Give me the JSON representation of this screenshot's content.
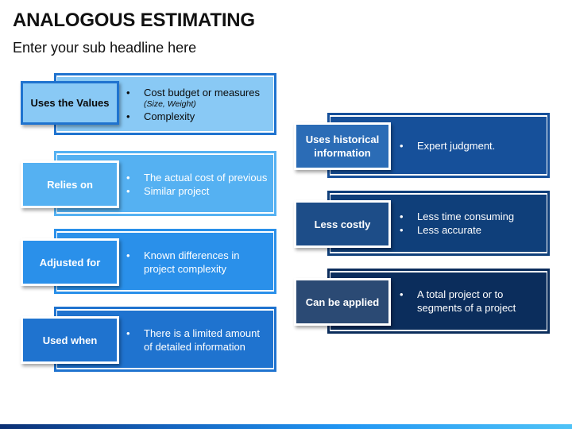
{
  "title": "ANALOGOUS ESTIMATING",
  "subtitle": "Enter your sub headline here",
  "left_items": [
    {
      "label": "Uses the Values",
      "bullets": [
        {
          "text": "Cost budget or measures",
          "note": "(Size, Weight)"
        },
        {
          "text": "Complexity"
        }
      ]
    },
    {
      "label": "Relies on",
      "bullets": [
        {
          "text": "The actual cost of previous"
        },
        {
          "text": "Similar project"
        }
      ]
    },
    {
      "label": "Adjusted for",
      "bullets": [
        {
          "text": "Known differences in project complexity"
        }
      ]
    },
    {
      "label": "Used when",
      "bullets": [
        {
          "text": "There is a limited amount of detailed information"
        }
      ]
    }
  ],
  "right_items": [
    {
      "label": "Uses historical information",
      "bullets": [
        {
          "text": "Expert judgment."
        }
      ]
    },
    {
      "label": "Less costly",
      "bullets": [
        {
          "text": "Less time consuming"
        },
        {
          "text": "Less accurate"
        }
      ]
    },
    {
      "label": "Can be applied",
      "bullets": [
        {
          "text": "A total project or to segments of a project"
        }
      ]
    }
  ],
  "colors": {
    "left_1": "#89c9f5",
    "left_2": "#55b1f2",
    "left_3": "#2a90ea",
    "left_4": "#1f73cf",
    "right_1": "#16509a",
    "right_2": "#0f3f7a",
    "right_3": "#0b2d5c"
  }
}
